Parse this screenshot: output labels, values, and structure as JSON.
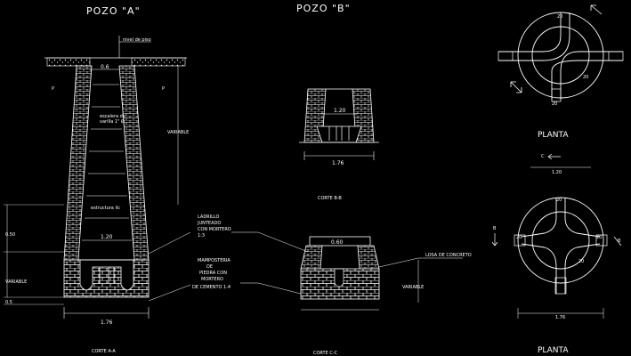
{
  "titles": {
    "pozo_a": "POZO \"A\"",
    "pozo_b": "POZO \"B\""
  },
  "sections": {
    "corte_aa": "CORTE A-A",
    "corte_bb": "CORTE B-B",
    "corte_cc": "CORTE C-C",
    "planta_1": "PLANTA",
    "planta_2": "PLANTA"
  },
  "labels": {
    "variable_a": "VARIABLE",
    "variable_left": "VARIABLE",
    "variable_right": "VARIABLE",
    "losa_concreto": "LOSA DE CONCRETO",
    "ladrillo_1": "LADRILLO",
    "ladrillo_2": "JUNTEADO",
    "ladrillo_3": "CON MORTERO",
    "ladrillo_4": "1:3",
    "mamp_1": "MAMPOSTERIA",
    "mamp_2": "DE",
    "mamp_3": "PIEDRA CON",
    "mamp_4": "MORTERO",
    "mamp_5": "DE CEMENTO 1:4",
    "nivel_terreno": "nivel de piso",
    "inner_1": "escalera de",
    "inner_2": "varilla 1\" Ø",
    "inner_3": "estructura lic"
  },
  "dims": {
    "top_a": "0.6",
    "mid_a": "1.20",
    "base_a": "1.76",
    "left_1": "0.50",
    "left_2": "0.5",
    "b_inner": "1.20",
    "b_base": "1.76",
    "c_top": "0.60",
    "p1_top": "20",
    "p1_right": "20",
    "p1_bottom": "20",
    "p2_width": "1.20",
    "p2_base": "1.76",
    "p2_top": "20",
    "p2_left": "20",
    "p2_right": "20",
    "p2_bottom": "20",
    "mark_b_left": "B",
    "mark_c_top": "C",
    "mark_b_right": "B",
    "mark_p": "P"
  }
}
